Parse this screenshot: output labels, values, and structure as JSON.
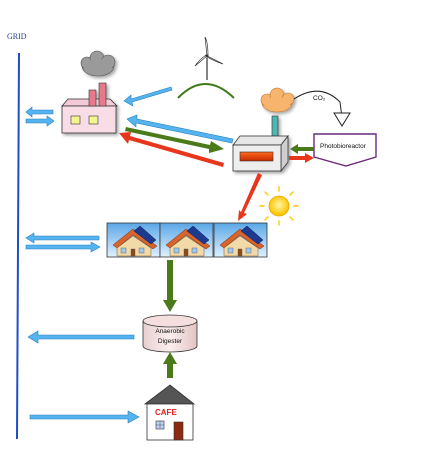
{
  "labels": {
    "grid": "GRID",
    "co2": "CO₂",
    "photobioreactor": "Photobioreactor",
    "digester_line1": "Anaerobic",
    "digester_line2": "Digester",
    "cafe": "CAFE"
  },
  "icons": {
    "wind_turbine": "wind-turbine-icon",
    "sun": "sun-icon",
    "smoke_cloud": "cloud-icon"
  },
  "colors": {
    "grid_line": "#1f4ec7",
    "blue_arrow": "#55b4ef",
    "blue_arrow_stroke": "#2a7fbf",
    "green_arrow": "#4a7a1a",
    "red_arrow": "#e8361c",
    "factory_wall": "#f8dde6",
    "orange_cloud": "#f7b46c",
    "gray_cloud": "#9a9a9a",
    "roof": "#555555",
    "sun": "#ffd21a"
  }
}
